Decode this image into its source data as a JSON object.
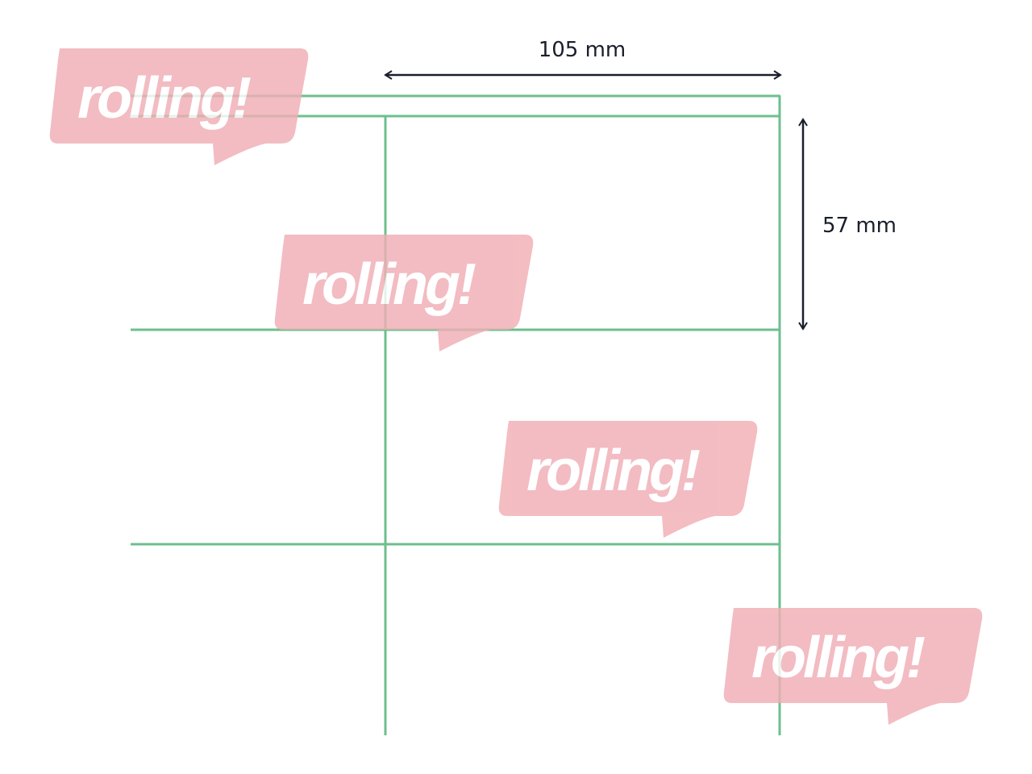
{
  "dimensions": {
    "width_label": "105 mm",
    "height_label": "57 mm"
  },
  "watermark": {
    "text": "rolling!",
    "color": "#f0aeb5"
  },
  "colors": {
    "grid_line": "#6dbf8e",
    "arrow": "#1a1f2b"
  }
}
